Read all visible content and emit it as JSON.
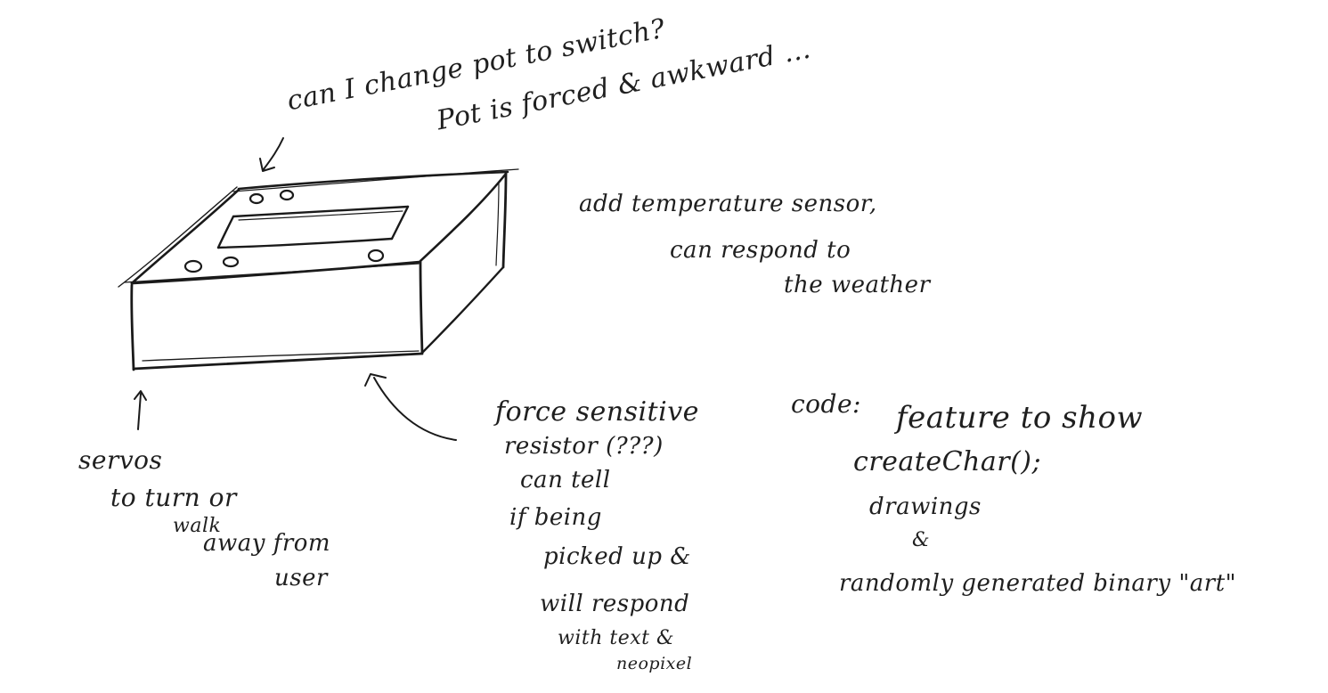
{
  "notes": {
    "pot_question": "can I change pot to switch?",
    "pot_comment": "Pot is forced & awkward ...",
    "temp_1": "add temperature sensor,",
    "temp_2": "can respond to",
    "temp_3": "the weather",
    "servo_1": "servos",
    "servo_2": "to turn or",
    "servo_3": "walk",
    "servo_4": "away from",
    "servo_5": "user",
    "fsr_1": "force sensitive",
    "fsr_2": "resistor (???)",
    "fsr_3": "can tell",
    "fsr_4": "if being",
    "fsr_5": "picked up &",
    "fsr_6": "will respond",
    "fsr_7": "with text &",
    "fsr_8": "neopixel",
    "code_label": "code:",
    "code_1": "feature to show",
    "code_2": "createChar();",
    "code_3": "drawings",
    "code_4": "&",
    "code_5": "randomly generated binary \"art\""
  },
  "colors": {
    "ink": "#1a1a1a",
    "paper": "#ffffff"
  }
}
